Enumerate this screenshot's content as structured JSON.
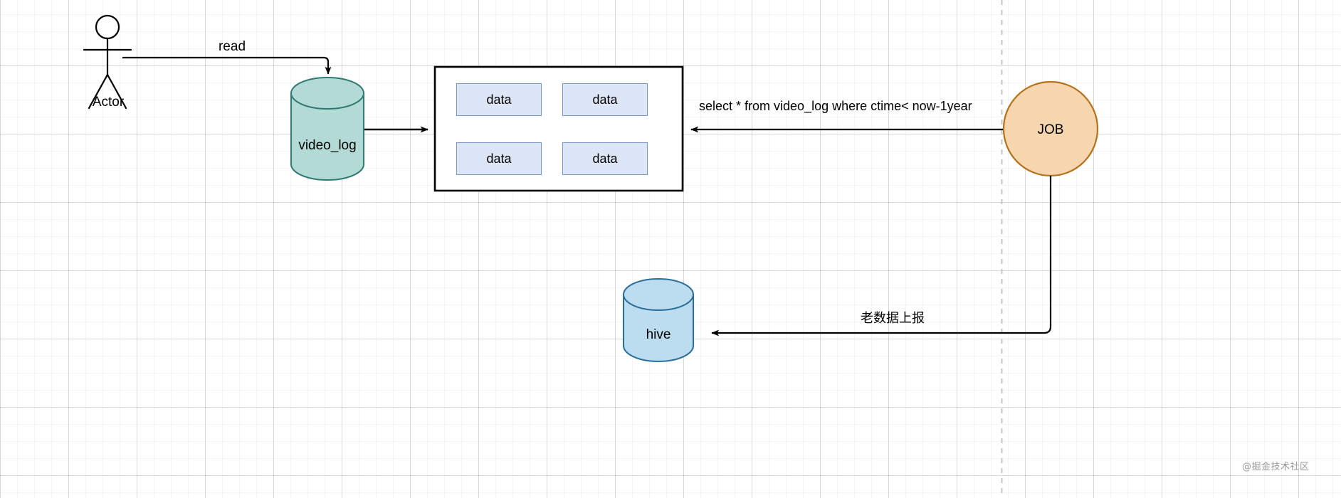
{
  "diagram": {
    "title": "video_log archive to hive data flow",
    "background": {
      "grid": "true",
      "page_break_line": "dashed-vertical"
    },
    "colors": {
      "video_log_fill": "#b3dbd6",
      "video_log_stroke": "#2f7871",
      "hive_fill": "#bcdcef",
      "hive_stroke": "#2b6e99",
      "job_fill": "#f5d6ae",
      "job_stroke": "#b5721d",
      "data_fill": "#dde6f7",
      "data_stroke": "#7a97c9",
      "edge": "#000000",
      "grid_line": "#e8e8e8",
      "page_break": "#c9c9c9"
    },
    "nodes": {
      "actor": {
        "label": "Actor",
        "shape": "stick-figure"
      },
      "video_log": {
        "label": "video_log",
        "shape": "cylinder"
      },
      "store": {
        "label": "",
        "shape": "rectangle"
      },
      "job": {
        "label": "JOB",
        "shape": "circle"
      },
      "hive": {
        "label": "hive",
        "shape": "cylinder"
      }
    },
    "data_boxes": [
      {
        "label": "data"
      },
      {
        "label": "data"
      },
      {
        "label": "data"
      },
      {
        "label": "data"
      }
    ],
    "edges": [
      {
        "id": "read",
        "label": "read",
        "from": "actor",
        "to": "video_log"
      },
      {
        "id": "store-flow",
        "label": "",
        "from": "video_log",
        "to": "store"
      },
      {
        "id": "query",
        "label": "select * from video_log where ctime< now-1year",
        "from": "job",
        "to": "store"
      },
      {
        "id": "report",
        "label": "老数据上报",
        "from": "job",
        "to": "hive"
      }
    ],
    "watermark": "@掘金技术社区"
  }
}
